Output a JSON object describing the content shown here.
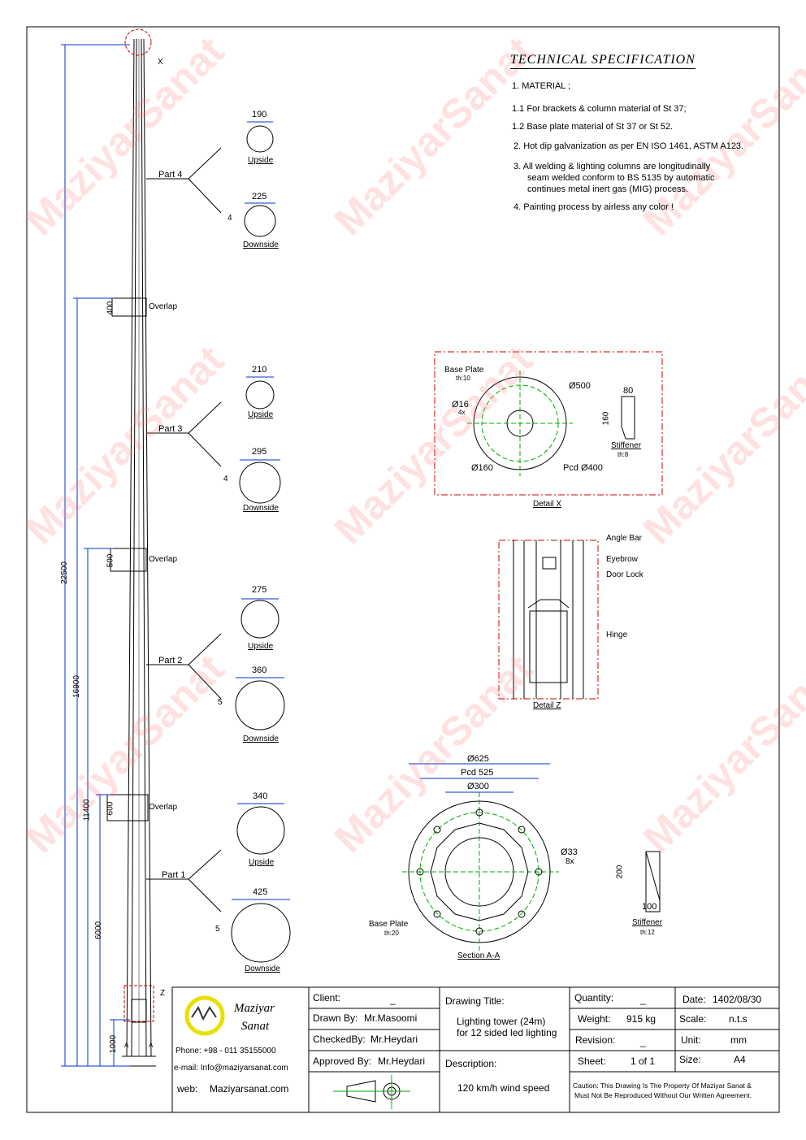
{
  "watermark": "MaziyarSanat",
  "spec": {
    "title": "TECHNICAL  SPECIFICATION",
    "items": [
      "1. MATERIAL ;",
      "1.1  For brackets & column material of St 37;",
      "1.2  Base plate material of St 37 or St 52.",
      "2.  Hot dip galvanization as per EN ISO 1461, ASTM A123.",
      "3.  All welding & lighting columns are longitudinally",
      "seam  welded conform to BS 5135 by automatic",
      "continues metal inert gas (MIG) process.",
      "4.  Painting process by airless any color !"
    ]
  },
  "pole": {
    "dims": {
      "total": "22500",
      "d2": "16900",
      "d3": "11400",
      "d4": "6000",
      "d5": "1000"
    },
    "overlaps": [
      {
        "label": "Overlap",
        "len": "400"
      },
      {
        "label": "Overlap",
        "len": "500"
      },
      {
        "label": "Overlap",
        "len": "600"
      }
    ],
    "marker_x": "X",
    "marker_z": "Z",
    "section_a": "A",
    "parts": [
      {
        "label": "Part  4",
        "up": "190",
        "down": "225",
        "thk": "4"
      },
      {
        "label": "Part  3",
        "up": "210",
        "down": "295",
        "thk": "4"
      },
      {
        "label": "Part  2",
        "up": "275",
        "down": "360",
        "thk": "5"
      },
      {
        "label": "Part  1",
        "up": "340",
        "down": "425",
        "thk": "5"
      }
    ],
    "upside": "Upside",
    "downside": "Downside"
  },
  "detail_x": {
    "title": "Detail  X",
    "base_plate": "Base  Plate",
    "th": "th:10",
    "d500": "Ø500",
    "d16": "Ø16",
    "n4": "4x",
    "d160": "Ø160",
    "pcd": "Pcd Ø400",
    "st_w": "80",
    "st_h": "160",
    "stiffener": "Stiffener",
    "st_th": "th:8"
  },
  "detail_z": {
    "title": "Detail  Z",
    "angle_bar": "Angle  Bar",
    "eyebrow": "Eyebrow",
    "door_lock": "Door  Lock",
    "hinge": "Hinge"
  },
  "section_aa": {
    "title": "Section  A-A",
    "d625": "Ø625",
    "pcd": "Pcd 525",
    "d300": "Ø300",
    "d33": "Ø33",
    "n8": "8x",
    "base_plate": "Base  Plate",
    "th": "th:20",
    "st_h": "200",
    "st_w": "100",
    "stiffener": "Stiffener",
    "st_th": "th:12"
  },
  "titleblock": {
    "logo_line1": "Maziyar",
    "logo_line2": "Sanat",
    "phone": "Phone: +98 - 011 35155000",
    "email": "e-mail:  Info@maziyarsanat.com",
    "web_label": "web:",
    "web": "Maziyarsanat.com",
    "client_label": "Client:",
    "client": "_",
    "drawn_label": "Drawn By:",
    "drawn": "Mr.Masoomi",
    "checked_label": "CheckedBy:",
    "checked": "Mr.Heydari",
    "approved_label": "Approved By:",
    "approved": "Mr.Heydari",
    "drawing_title_label": "Drawing Title:",
    "drawing_title_1": "Lighting tower (24m)",
    "drawing_title_2": "for 12 sided led lighting",
    "description_label": "Description:",
    "description": "120 km/h wind speed",
    "quantity_label": "Quantity:",
    "quantity": "_",
    "weight_label": "Weight:",
    "weight": "915 kg",
    "revision_label": "Revision:",
    "revision": "_",
    "sheet_label": "Sheet:",
    "sheet": "1 of 1",
    "date_label": "Date:",
    "date": "1402/08/30",
    "scale_label": "Scale:",
    "scale": "n.t.s",
    "unit_label": "Unit:",
    "unit": "mm",
    "size_label": "Size:",
    "size": "A4",
    "caution_1": "Caution: This Drawing Is The Property Of Maziyar Sanat &",
    "caution_2": "Must Not Be Reproduced Without Our Written Agreement."
  },
  "colors": {
    "dim": "#0033cc",
    "center": "#00aa00",
    "detail": "#cc0000",
    "logo": "#e8e000"
  }
}
